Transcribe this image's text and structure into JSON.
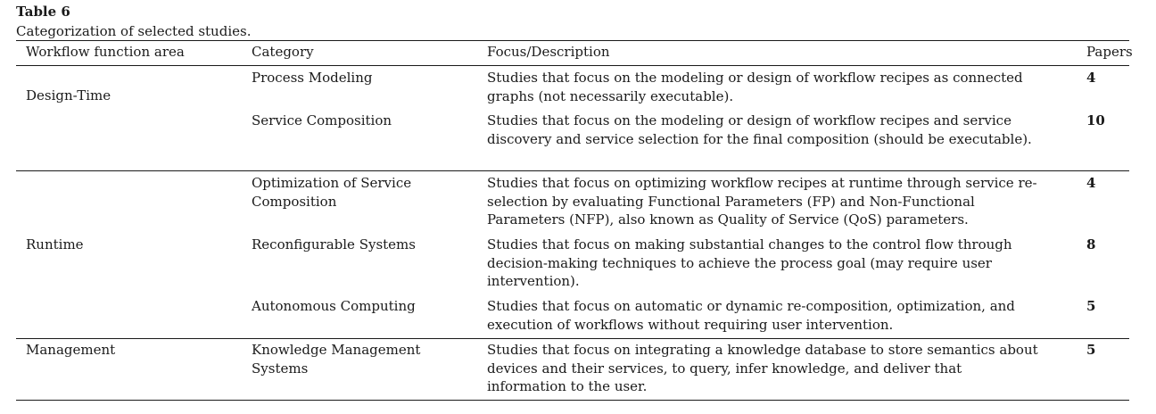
{
  "table": {
    "label": "Table 6",
    "caption": "Categorization of selected studies.",
    "headers": [
      "Workflow function area",
      "Category",
      "Focus/Description",
      "Papers"
    ],
    "groups": [
      {
        "area": "Design-Time",
        "rows": [
          {
            "category": "Process Modeling",
            "description": "Studies that focus on the modeling or design of workflow recipes as connected graphs (not necessarily executable).",
            "papers": "4"
          },
          {
            "category": "Service Composition",
            "description": "Studies that focus on the modeling or design of workflow recipes and service discovery and service selection for the final composition (should be executable).",
            "papers": "10"
          }
        ]
      },
      {
        "area": "Runtime",
        "rows": [
          {
            "category": "Optimization of Service Composition",
            "description": "Studies that focus on optimizing workflow recipes at runtime through service re-selection by evaluating Functional Parameters (FP) and Non-Functional Parameters (NFP), also known as Quality of Service (QoS) parameters.",
            "papers": "4"
          },
          {
            "category": "Reconfigurable Systems",
            "description": "Studies that focus on making substantial changes to the control flow through decision-making techniques to achieve the process goal (may require user intervention).",
            "papers": "8"
          },
          {
            "category": "Autonomous Computing",
            "description": "Studies that focus on automatic or dynamic re-composition, optimization, and execution of workflows without requiring user intervention.",
            "papers": "5"
          }
        ]
      },
      {
        "area": "Management",
        "rows": [
          {
            "category": "Knowledge Management Systems",
            "description": "Studies that focus on integrating a knowledge database to store semantics about devices and their services, to query, infer knowledge, and deliver that information to the user.",
            "papers": "5"
          }
        ]
      }
    ]
  }
}
